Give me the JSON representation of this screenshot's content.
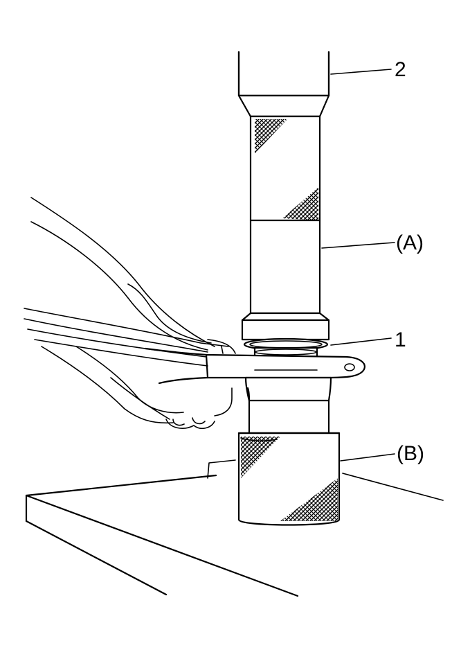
{
  "callouts": {
    "part_2": "2",
    "part_a": "(A)",
    "part_1": "1",
    "part_b": "(B)"
  },
  "colors": {
    "line": "#000000",
    "background": "#ffffff"
  }
}
